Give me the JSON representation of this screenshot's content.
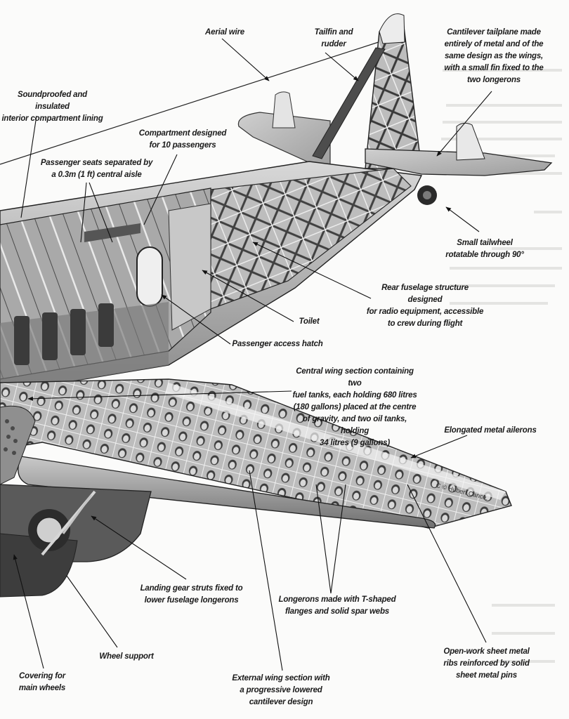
{
  "title": "Cutaway diagram of a metal monoplane airliner",
  "credit": "C © Hubert Cance.",
  "callouts": {
    "aerial_wire": "Aerial wire",
    "tailfin": "Tailfin and\nrudder",
    "tailplane": "Cantilever tailplane made\nentirely of metal and of the\nsame design as the wings,\nwith a small fin fixed to the\ntwo longerons",
    "soundproofed": "Soundproofed and insulated\ninterior compartment lining",
    "compartment": "Compartment designed\nfor 10 passengers",
    "seats": "Passenger seats separated by\na 0.3m (1 ft) central aisle",
    "tailwheel": "Small tailwheel\nrotatable through 90°",
    "rear_fuselage": "Rear fuselage structure designed\nfor radio equipment, accessible\nto crew during flight",
    "toilet": "Toilet",
    "hatch": "Passenger access hatch",
    "central_wing": "Central wing section containing two\nfuel tanks, each holding 680 litres\n(180 gallons) placed at the centre\nof gravity, and two oil tanks, holding\n34 litres (9 gallons)",
    "ailerons": "Elongated metal ailerons",
    "landing_gear": "Landing gear struts fixed to\nlower fuselage longerons",
    "longerons": "Longerons made with T-shaped\nflanges and solid spar webs",
    "wheel_support": "Wheel support",
    "ribs": "Open-work sheet metal\nribs reinforced by solid\nsheet metal pins",
    "covering": "Covering for\nmain wheels",
    "external_wing": "External wing section with\na progressive lowered\ncantilever design"
  }
}
